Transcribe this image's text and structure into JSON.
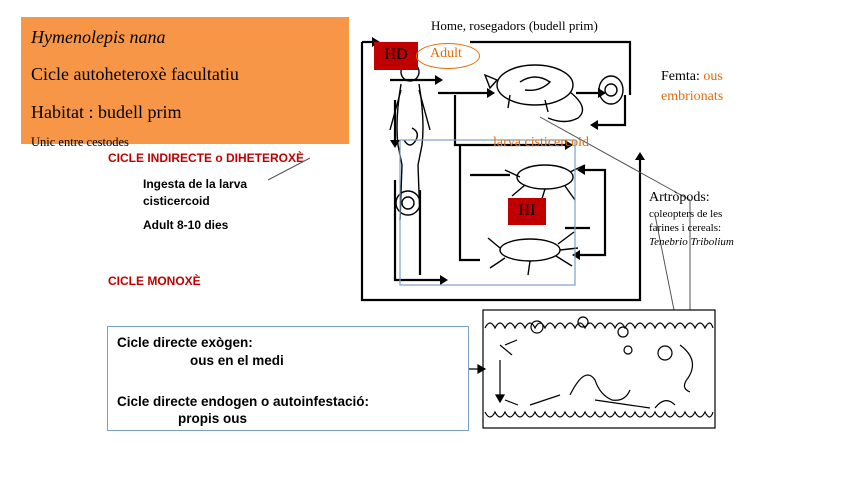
{
  "header_box": {
    "species": "Hymenolepis nana",
    "cycle": "Cicle autoheteroxè facultatiu",
    "habitat": "Habitat : budell prim",
    "unique": "Unic entre cestodes"
  },
  "indirect": {
    "title": "CICLE INDIRECTE o DIHETEROXÈ",
    "ingestion_line1": "Ingesta de la larva",
    "ingestion_line2": "cisticercoid",
    "adult_time": "Adult 8-10 dies"
  },
  "monoxene": {
    "title": "CICLE MONOXÈ"
  },
  "diagram": {
    "top_label": "Home, rosegadors (budell prim)",
    "hd_label": "HD",
    "adult_label": "Adult",
    "feces_label": "Femta:",
    "feces_eggs": "ous",
    "feces_eggs2": "embrionats",
    "larva_label": "larva cisticercoid",
    "hi_label": "HI",
    "arthropods_title": "Artròpods:",
    "arthropods_line1": "coleopters de les",
    "arthropods_line2": "farines i cereals:",
    "arthropods_species": "Tenebrio Tribolium"
  },
  "direct_box": {
    "exogen_title": "Cicle directe exògen:",
    "exogen_detail": "ous en el medi",
    "endogen_title": "Cicle directe endogen o autoinfestació:",
    "endogen_detail": "propis ous"
  },
  "colors": {
    "header_bg": "#f79646",
    "red_text": "#c00000",
    "orange_text": "#e46c0a",
    "box_border": "#7aa0c8"
  }
}
